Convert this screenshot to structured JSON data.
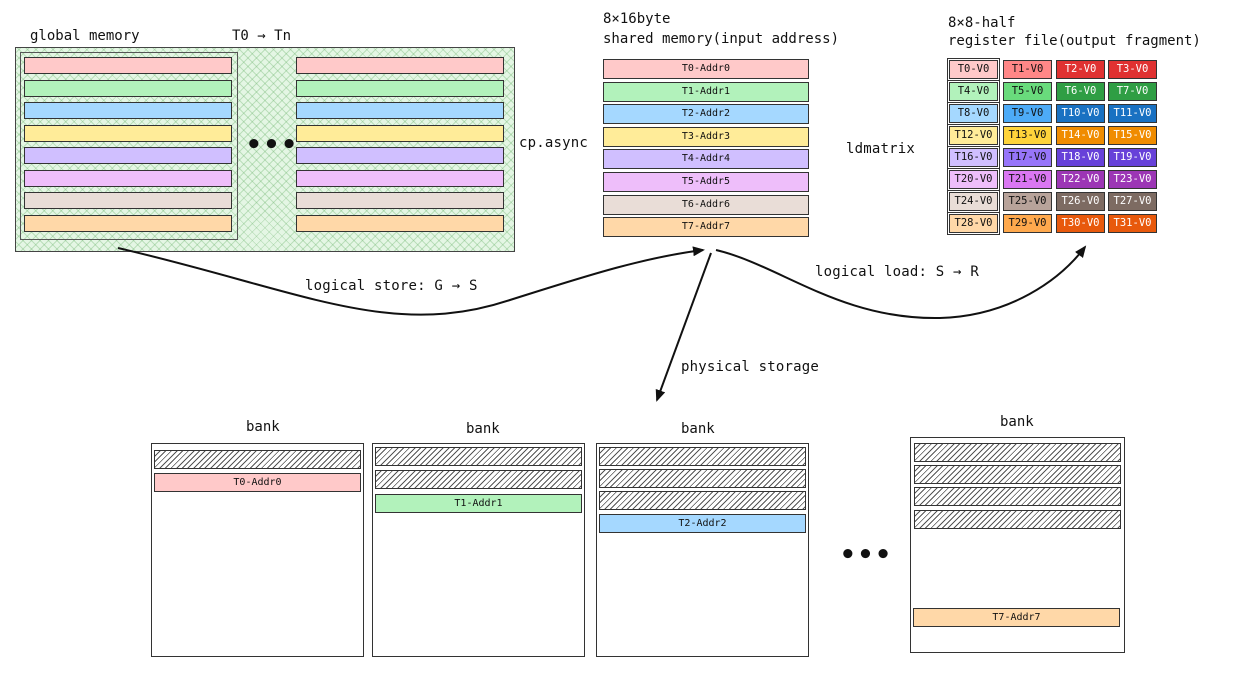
{
  "global_memory": {
    "title": "global memory",
    "range": "T0 → Tn",
    "ellipsis": "•••"
  },
  "shared_memory": {
    "title_line1": "8×16byte",
    "title_line2": "shared memory(input address)",
    "rows": [
      "T0-Addr0",
      "T1-Addr1",
      "T2-Addr2",
      "T3-Addr3",
      "T4-Addr4",
      "T5-Addr5",
      "T6-Addr6",
      "T7-Addr7"
    ]
  },
  "register_file": {
    "title_line1": "8×8-half",
    "title_line2": "register file(output fragment)",
    "rows": [
      [
        "T0-V0",
        "T1-V0",
        "T2-V0",
        "T3-V0"
      ],
      [
        "T4-V0",
        "T5-V0",
        "T6-V0",
        "T7-V0"
      ],
      [
        "T8-V0",
        "T9-V0",
        "T10-V0",
        "T11-V0"
      ],
      [
        "T12-V0",
        "T13-V0",
        "T14-V0",
        "T15-V0"
      ],
      [
        "T16-V0",
        "T17-V0",
        "T18-V0",
        "T19-V0"
      ],
      [
        "T20-V0",
        "T21-V0",
        "T22-V0",
        "T23-V0"
      ],
      [
        "T24-V0",
        "T25-V0",
        "T26-V0",
        "T27-V0"
      ],
      [
        "T28-V0",
        "T29-V0",
        "T30-V0",
        "T31-V0"
      ]
    ]
  },
  "labels": {
    "cp_async": "cp.async",
    "ldmatrix": "ldmatrix",
    "logical_store": "logical store: G → S",
    "logical_load": "logical load: S → R",
    "physical_storage": "physical storage"
  },
  "banks": {
    "label": "bank",
    "addr0": "T0-Addr0",
    "addr1": "T1-Addr1",
    "addr2": "T2-Addr2",
    "addr7": "T7-Addr7",
    "ellipsis": "•••"
  },
  "colors": {
    "light": [
      "#ffc9c9",
      "#b2f2bb",
      "#a5d8ff",
      "#ffec99",
      "#d0bfff",
      "#eebefa",
      "#e9ddd7",
      "#ffd8a8"
    ],
    "medium": [
      "#ff8787",
      "#69db7c",
      "#4dabf7",
      "#ffd43b",
      "#9775fa",
      "#da77f2",
      "#b8a39a",
      "#ffa94d"
    ],
    "dark": [
      "#e03131",
      "#2f9e44",
      "#1971c2",
      "#f08c00",
      "#6741d9",
      "#9c36b5",
      "#7d6b62",
      "#e8590c"
    ],
    "grid_tint": "#e4f6e4"
  }
}
